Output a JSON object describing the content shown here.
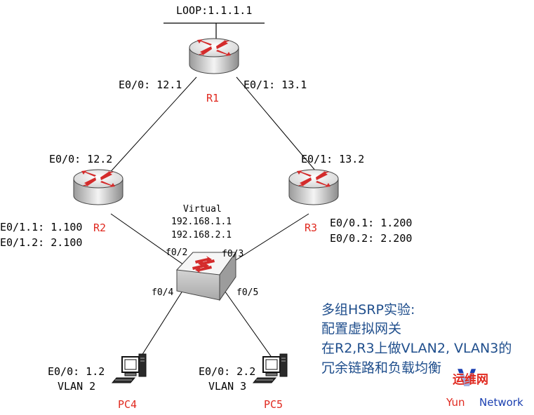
{
  "loopback": "LOOP:1.1.1.1",
  "routers": [
    {
      "name": "R1",
      "ifaces": [
        "E0/0: 12.1",
        "E0/1: 13.1"
      ]
    },
    {
      "name": "R2",
      "ifaces": [
        "E0/0: 12.2",
        "E0/1.1: 1.100",
        "E0/1.2: 2.100"
      ]
    },
    {
      "name": "R3",
      "ifaces": [
        "E0/1: 13.2",
        "E0/0.1: 1.200",
        "E0/0.2: 2.200"
      ]
    }
  ],
  "virtual": {
    "label": "Virtual",
    "ips": [
      "192.168.1.1",
      "192.168.2.1"
    ]
  },
  "switch_ports": [
    "f0/2",
    "f0/3",
    "f0/4",
    "f0/5"
  ],
  "pcs": [
    {
      "name": "PC4",
      "iface": "E0/0: 1.2",
      "vlan": "VLAN 2"
    },
    {
      "name": "PC5",
      "iface": "E0/0: 2.2",
      "vlan": "VLAN 3"
    }
  ],
  "note": {
    "title": "多组HSRP实验:",
    "lines": [
      "配置虚拟网关",
      "在R2,R3上做VLAN2, VLAN3的",
      "冗余链路和负载均衡"
    ]
  },
  "watermark": {
    "top": "运维网",
    "bottom_left": "Yun",
    "bottom_right": "Network",
    "letter": "V"
  },
  "colors": {
    "label_red": "#e0281e",
    "note_blue": "#1f4e8c",
    "router_arrow": "#d42b2b"
  }
}
